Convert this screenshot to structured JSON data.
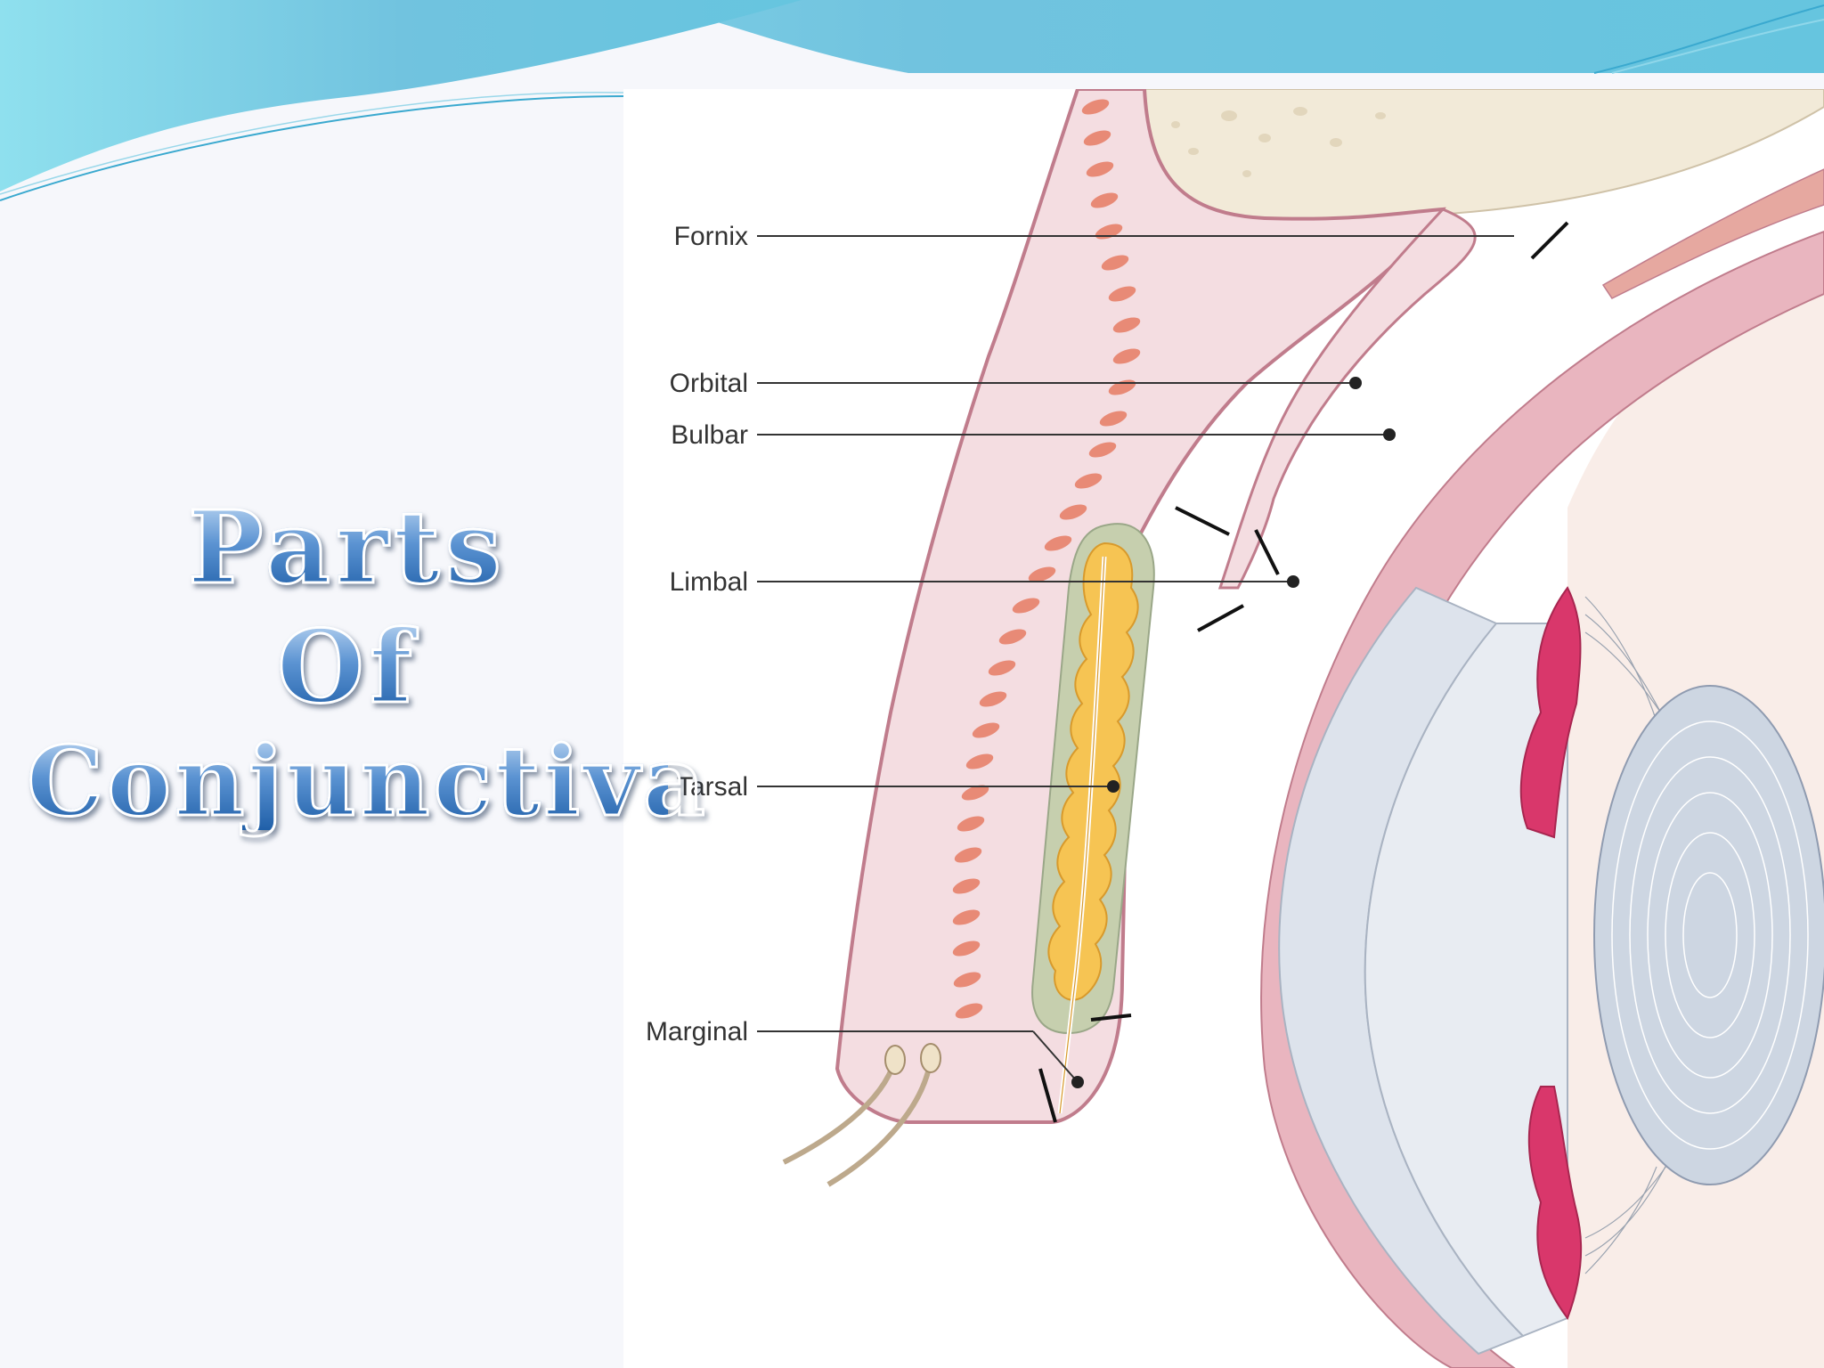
{
  "slide": {
    "title_lines": [
      "Parts",
      "Of",
      "Conjunctiva"
    ]
  },
  "diagram": {
    "labels": {
      "fornix": "Fornix",
      "orbital": "Orbital",
      "bulbar": "Bulbar",
      "limbal": "Limbal",
      "tarsal": "Tarsal",
      "marginal": "Marginal"
    }
  },
  "colors": {
    "header_teal": "#7fd0e3",
    "eyelid_tissue": "#f4dde1",
    "muscle_fibers": "#e88a76",
    "tarsal_gland": "#f6c453",
    "sclera": "#dfe4ec",
    "iris": "#d9376b",
    "lens": "#cfd8e4"
  }
}
